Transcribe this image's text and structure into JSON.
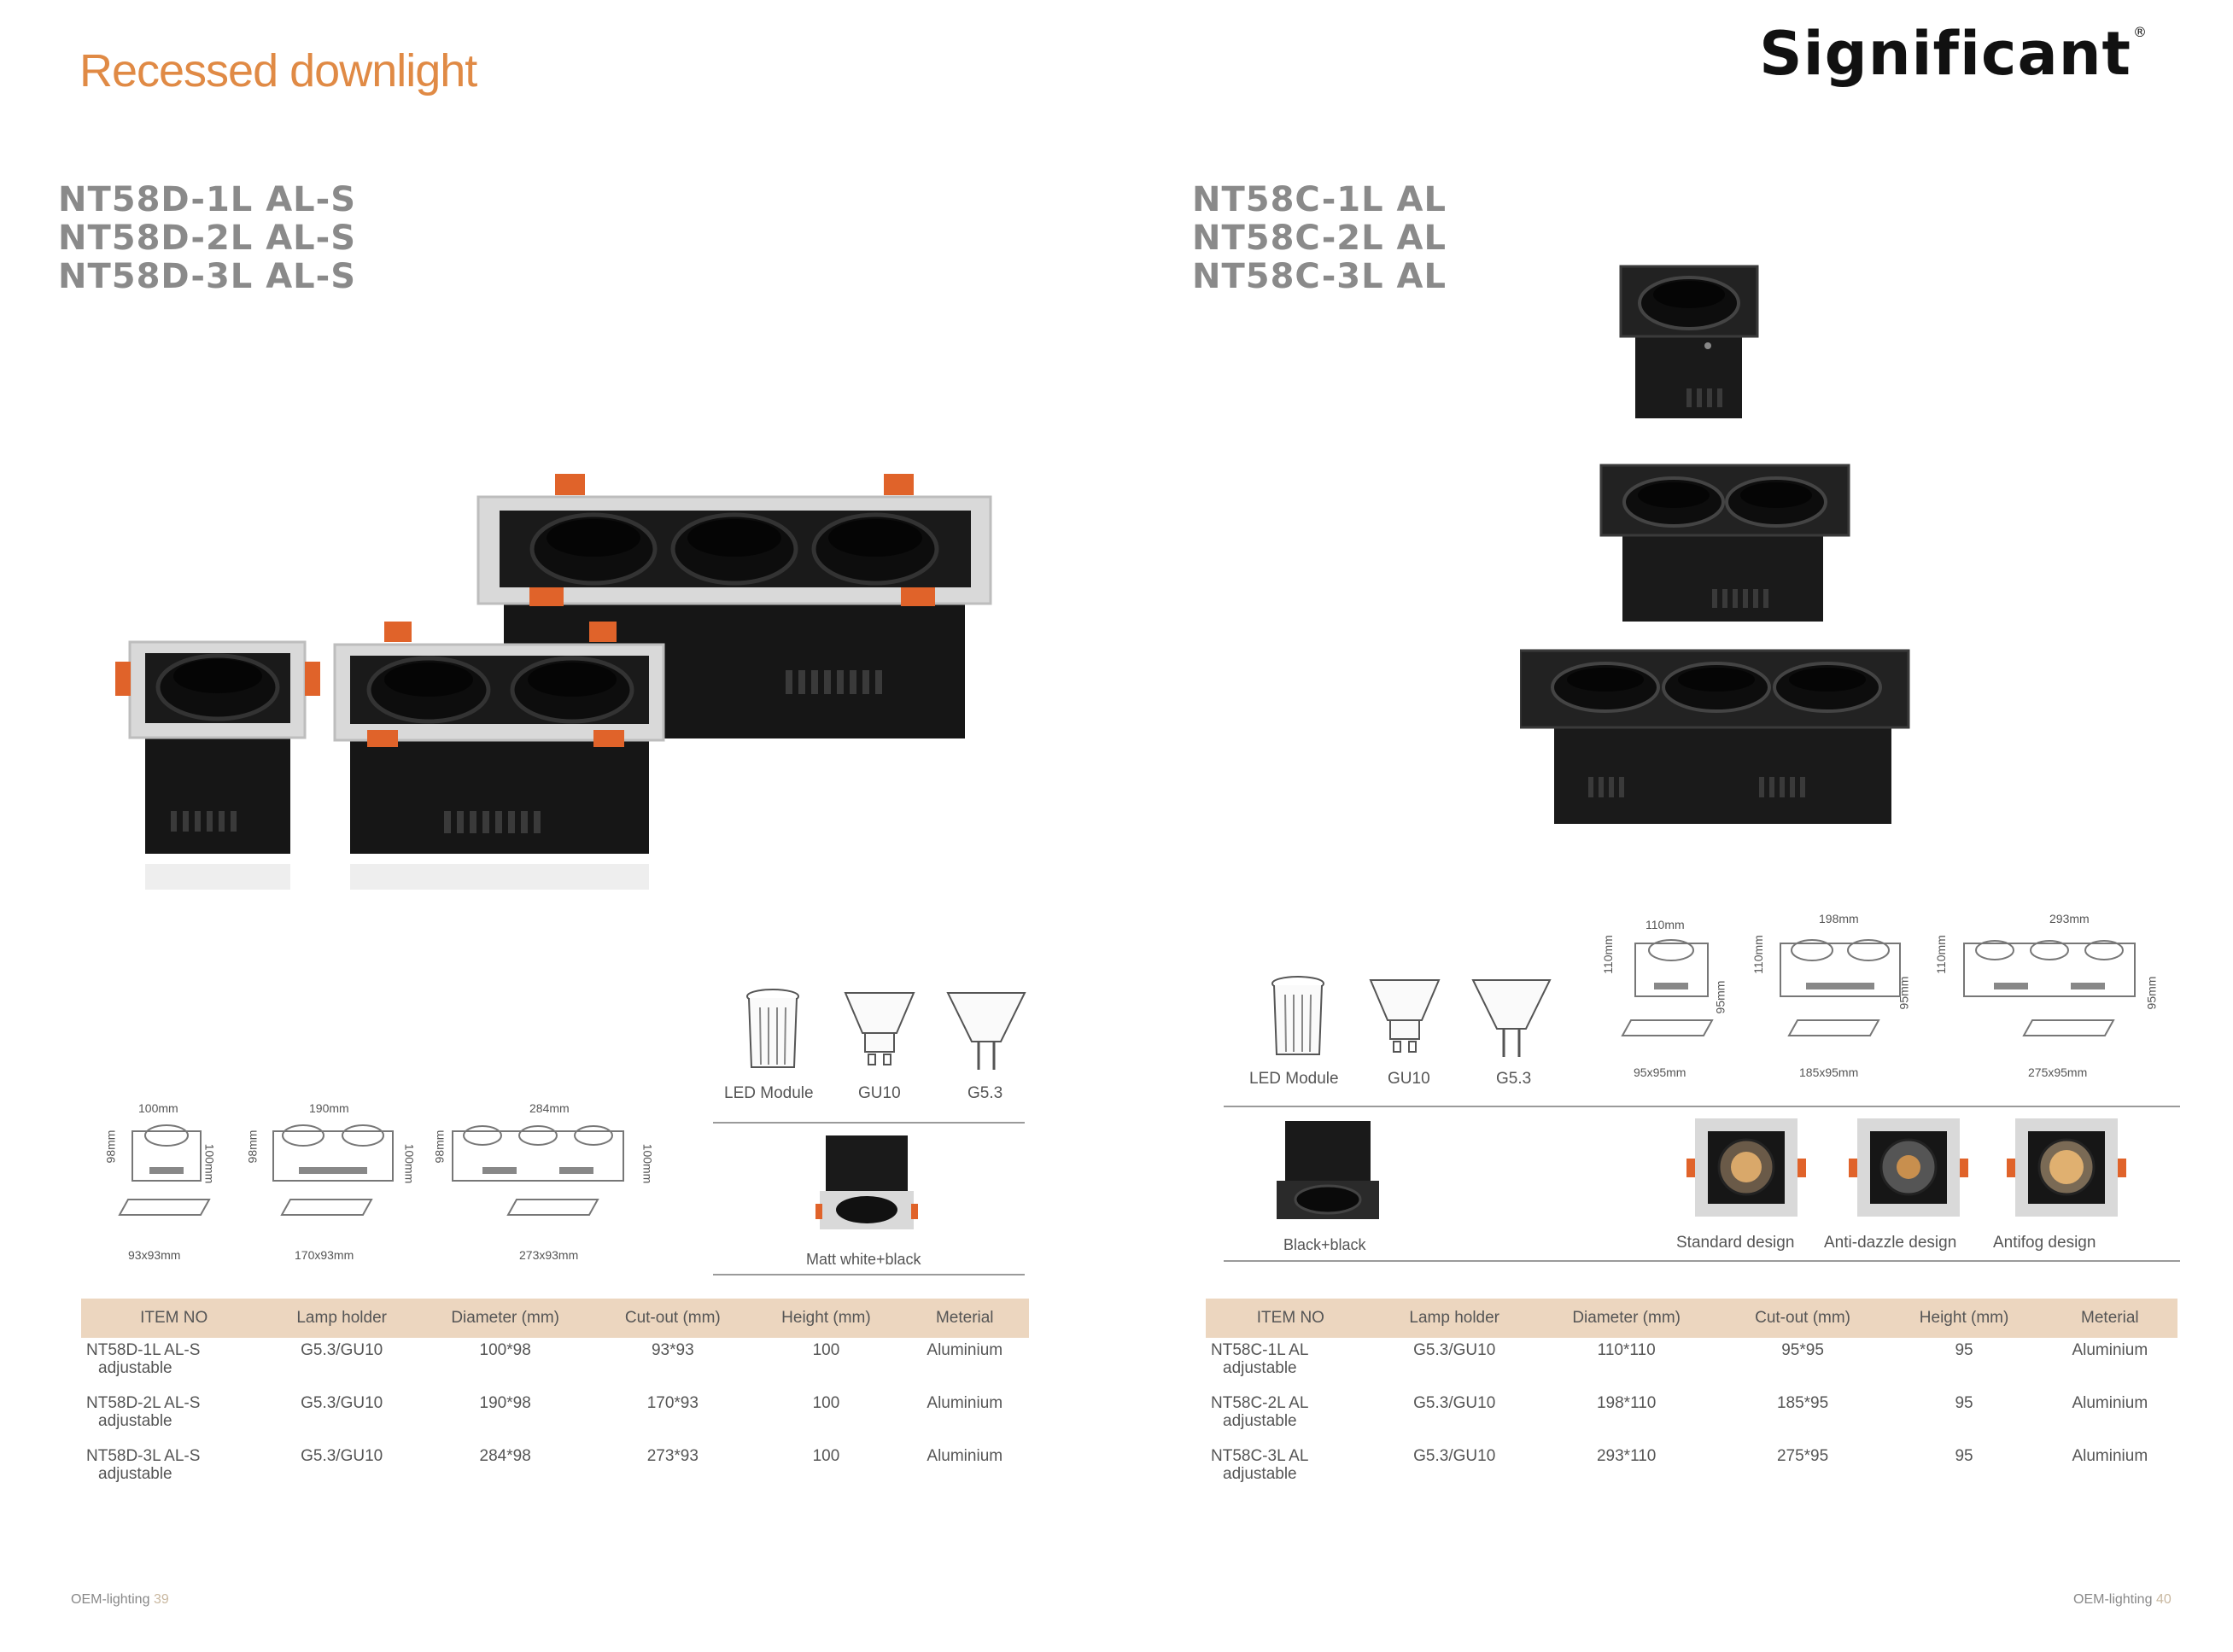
{
  "header": {
    "title": "Recessed downlight",
    "brand": "Significant",
    "brand_mark": "®"
  },
  "left": {
    "models": [
      "NT58D-1L AL-S",
      "NT58D-2L AL-S",
      "NT58D-3L AL-S"
    ],
    "lamps": [
      "LED Module",
      "GU10",
      "G5.3"
    ],
    "finish": "Matt white+black",
    "drawings": [
      {
        "width": "100mm",
        "depth": "98mm",
        "height": "100mm",
        "cutout": "93x93mm"
      },
      {
        "width": "190mm",
        "depth": "98mm",
        "height": "100mm",
        "cutout": "170x93mm"
      },
      {
        "width": "284mm",
        "depth": "98mm",
        "height": "100mm",
        "cutout": "273x93mm"
      }
    ],
    "table": {
      "headers": [
        "ITEM NO",
        "Lamp holder",
        "Diameter  (mm)",
        "Cut-out (mm)",
        "Height (mm)",
        "Meterial"
      ],
      "rows": [
        {
          "item": "NT58D-1L AL-S",
          "sub": "adjustable",
          "holder": "G5.3/GU10",
          "diameter": "100*98",
          "cutout": "93*93",
          "height": "100",
          "material": "Aluminium"
        },
        {
          "item": "NT58D-2L AL-S",
          "sub": "adjustable",
          "holder": "G5.3/GU10",
          "diameter": "190*98",
          "cutout": "170*93",
          "height": "100",
          "material": "Aluminium"
        },
        {
          "item": "NT58D-3L AL-S",
          "sub": "adjustable",
          "holder": "G5.3/GU10",
          "diameter": "284*98",
          "cutout": "273*93",
          "height": "100",
          "material": "Aluminium"
        }
      ]
    },
    "footer": {
      "text": "OEM-lighting",
      "page": "39"
    }
  },
  "right": {
    "models": [
      "NT58C-1L AL",
      "NT58C-2L AL",
      "NT58C-3L AL"
    ],
    "lamps": [
      "LED Module",
      "GU10",
      "G5.3"
    ],
    "finish": "Black+black",
    "designs": [
      "Standard design",
      "Anti-dazzle design",
      "Antifog design"
    ],
    "drawings": [
      {
        "width": "110mm",
        "depth": "110mm",
        "height": "95mm",
        "cutout": "95x95mm"
      },
      {
        "width": "198mm",
        "depth": "110mm",
        "height": "95mm",
        "cutout": "185x95mm"
      },
      {
        "width": "293mm",
        "depth": "110mm",
        "height": "95mm",
        "cutout": "275x95mm"
      }
    ],
    "table": {
      "headers": [
        "ITEM NO",
        "Lamp holder",
        "Diameter  (mm)",
        "Cut-out (mm)",
        "Height (mm)",
        "Meterial"
      ],
      "rows": [
        {
          "item": "NT58C-1L AL",
          "sub": "adjustable",
          "holder": "G5.3/GU10",
          "diameter": "110*110",
          "cutout": "95*95",
          "height": "95",
          "material": "Aluminium"
        },
        {
          "item": "NT58C-2L AL",
          "sub": "adjustable",
          "holder": "G5.3/GU10",
          "diameter": "198*110",
          "cutout": "185*95",
          "height": "95",
          "material": "Aluminium"
        },
        {
          "item": "NT58C-3L AL",
          "sub": "adjustable",
          "holder": "G5.3/GU10",
          "diameter": "293*110",
          "cutout": "275*95",
          "height": "95",
          "material": "Aluminium"
        }
      ]
    },
    "footer": {
      "text": "OEM-lighting",
      "page": "40"
    }
  },
  "colors": {
    "accent": "#e08a45",
    "table_header": "#ecd6bf",
    "model_text": "#8a8a8a",
    "clip_orange": "#e0632a"
  }
}
